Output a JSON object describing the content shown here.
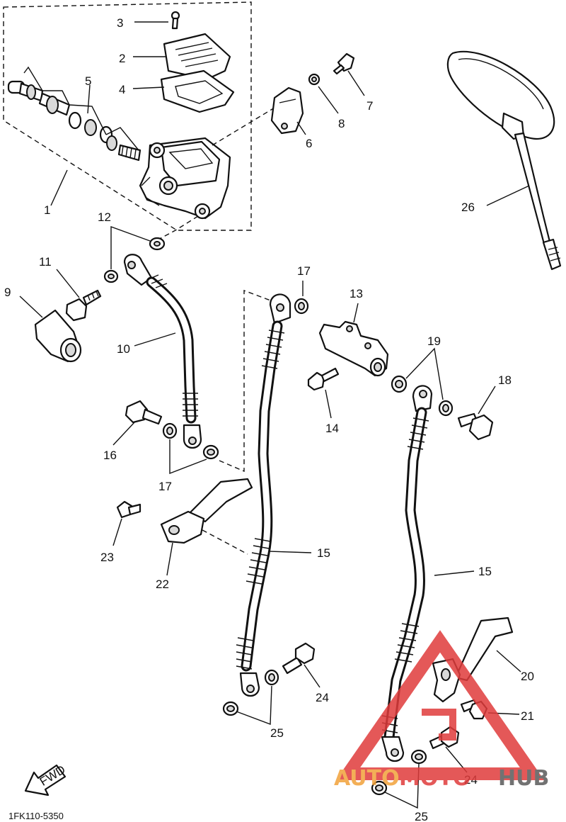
{
  "diagram": {
    "drawing_code": "1FK110-5350",
    "direction_tag": "FWD",
    "callouts": [
      "1",
      "2",
      "3",
      "4",
      "5",
      "6",
      "7",
      "8",
      "9",
      "10",
      "11",
      "12",
      "13",
      "14",
      "15",
      "16",
      "17",
      "18",
      "19",
      "20",
      "21",
      "22",
      "23",
      "24",
      "25",
      "26"
    ],
    "labels": {
      "n1": "1",
      "n2": "2",
      "n3": "3",
      "n4": "4",
      "n5": "5",
      "n6": "6",
      "n7": "7",
      "n8": "8",
      "n9": "9",
      "n10": "10",
      "n11": "11",
      "n12": "12",
      "n13": "13",
      "n14": "14",
      "n15a": "15",
      "n15b": "15",
      "n16": "16",
      "n17a": "17",
      "n17b": "17",
      "n18": "18",
      "n19": "19",
      "n20": "20",
      "n21": "21",
      "n22": "22",
      "n23": "23",
      "n24a": "24",
      "n24b": "24",
      "n25a": "25",
      "n25b": "25",
      "n26": "26"
    }
  },
  "watermark": {
    "text_auto": "AUTO",
    "text_moto": "MOTO",
    "text_hub": "HUB",
    "colors": {
      "red": "#e03c3c",
      "orange": "#f2a23a",
      "gray": "#5a5a5a"
    }
  }
}
